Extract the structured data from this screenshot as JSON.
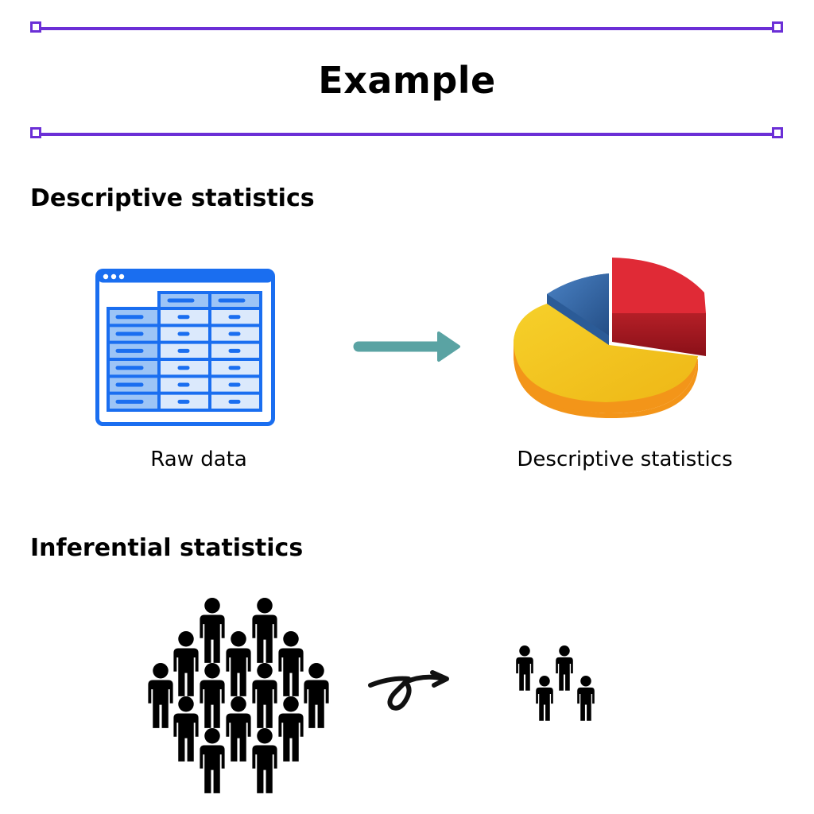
{
  "title": "Example",
  "sections": {
    "descriptive": {
      "heading": "Descriptive statistics",
      "input_caption": "Raw data",
      "output_caption": "Descriptive statistics",
      "input_icon": "spreadsheet-icon",
      "arrow_icon": "arrow-right-icon",
      "output_icon": "pie-chart-3d-icon"
    },
    "inferential": {
      "heading": "Inferential statistics",
      "input_icon": "crowd-population-icon",
      "arrow_icon": "loop-arrow-icon",
      "output_icon": "sample-group-icon"
    }
  },
  "colors": {
    "accent_rule": "#6b2fd6",
    "spreadsheet_blue": "#1a6ef0",
    "arrow_teal": "#5aa3a3",
    "pie_red": "#e02a36",
    "pie_blue": "#3a6fae",
    "pie_yellow": "#f2c51f",
    "pie_orange": "#f39519"
  }
}
